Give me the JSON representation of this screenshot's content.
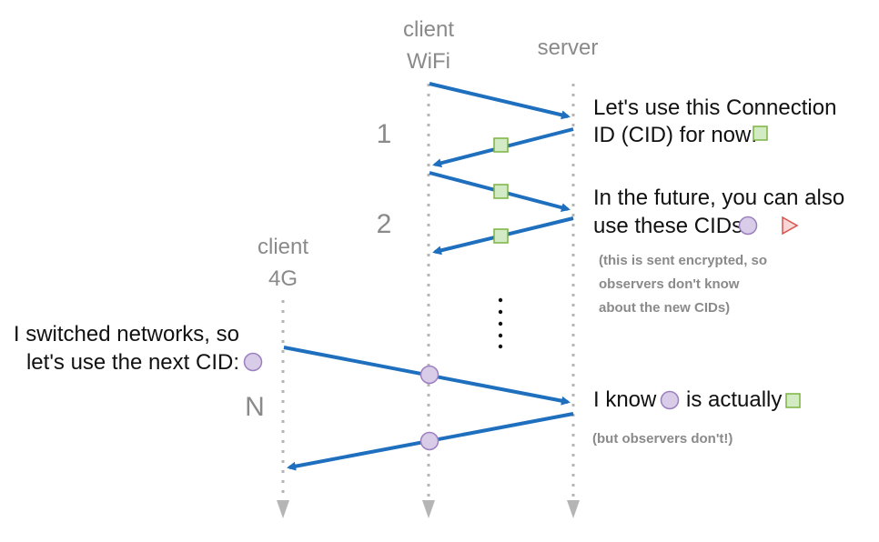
{
  "endpoints": {
    "client_wifi": [
      "client",
      "WiFi"
    ],
    "server": "server",
    "client_4g": [
      "client",
      "4G"
    ]
  },
  "steps": [
    "1",
    "2",
    "N"
  ],
  "notes": {
    "step1": [
      "Let's use this Connection",
      "ID (CID) for now:"
    ],
    "step2": [
      "In the future, you can also",
      "use these CIDs:"
    ],
    "encrypted": [
      "(this is sent encrypted, so",
      "observers don't know",
      "about the new CIDs)"
    ],
    "switch": [
      "I switched networks, so",
      "let's use the next CID:"
    ],
    "know_prefix": "I know",
    "know_suffix": "is actually",
    "observers": "(but observers don't!)"
  },
  "colors": {
    "arrow": "#1f6fbf",
    "lifeline": "#b5b5b5",
    "cid_square_fill": "#d3ebc5",
    "cid_square_stroke": "#7cb342",
    "cid_circle_fill": "#d9cce8",
    "cid_circle_stroke": "#9b7fbf",
    "cid_triangle_fill": "#f8d7d7",
    "cid_triangle_stroke": "#d9534f"
  },
  "icons": [
    "cid-square-icon",
    "cid-circle-icon",
    "cid-triangle-icon"
  ]
}
